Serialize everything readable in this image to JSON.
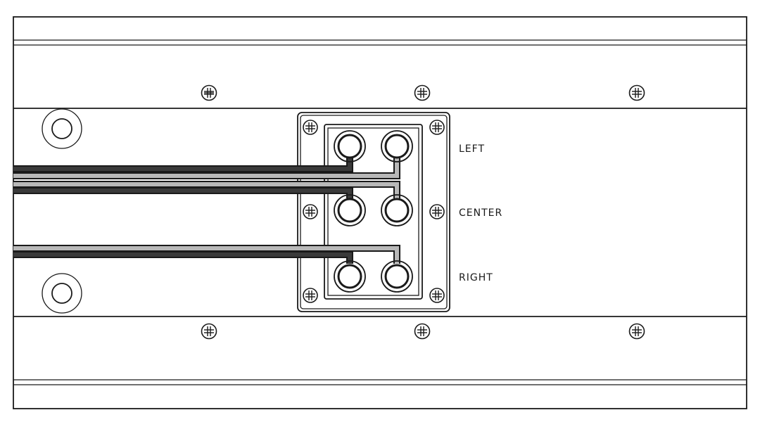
{
  "terminals": [
    {
      "label": "LEFT"
    },
    {
      "label": "CENTER"
    },
    {
      "label": "RIGHT"
    }
  ],
  "colors": {
    "line": "#1a1a1a",
    "wire_dark": "#3a3a3a",
    "wire_light": "#b8b8b8",
    "background": "#ffffff"
  },
  "icons": {
    "screw": "phillips-screw-icon",
    "jack": "binding-post-icon"
  }
}
